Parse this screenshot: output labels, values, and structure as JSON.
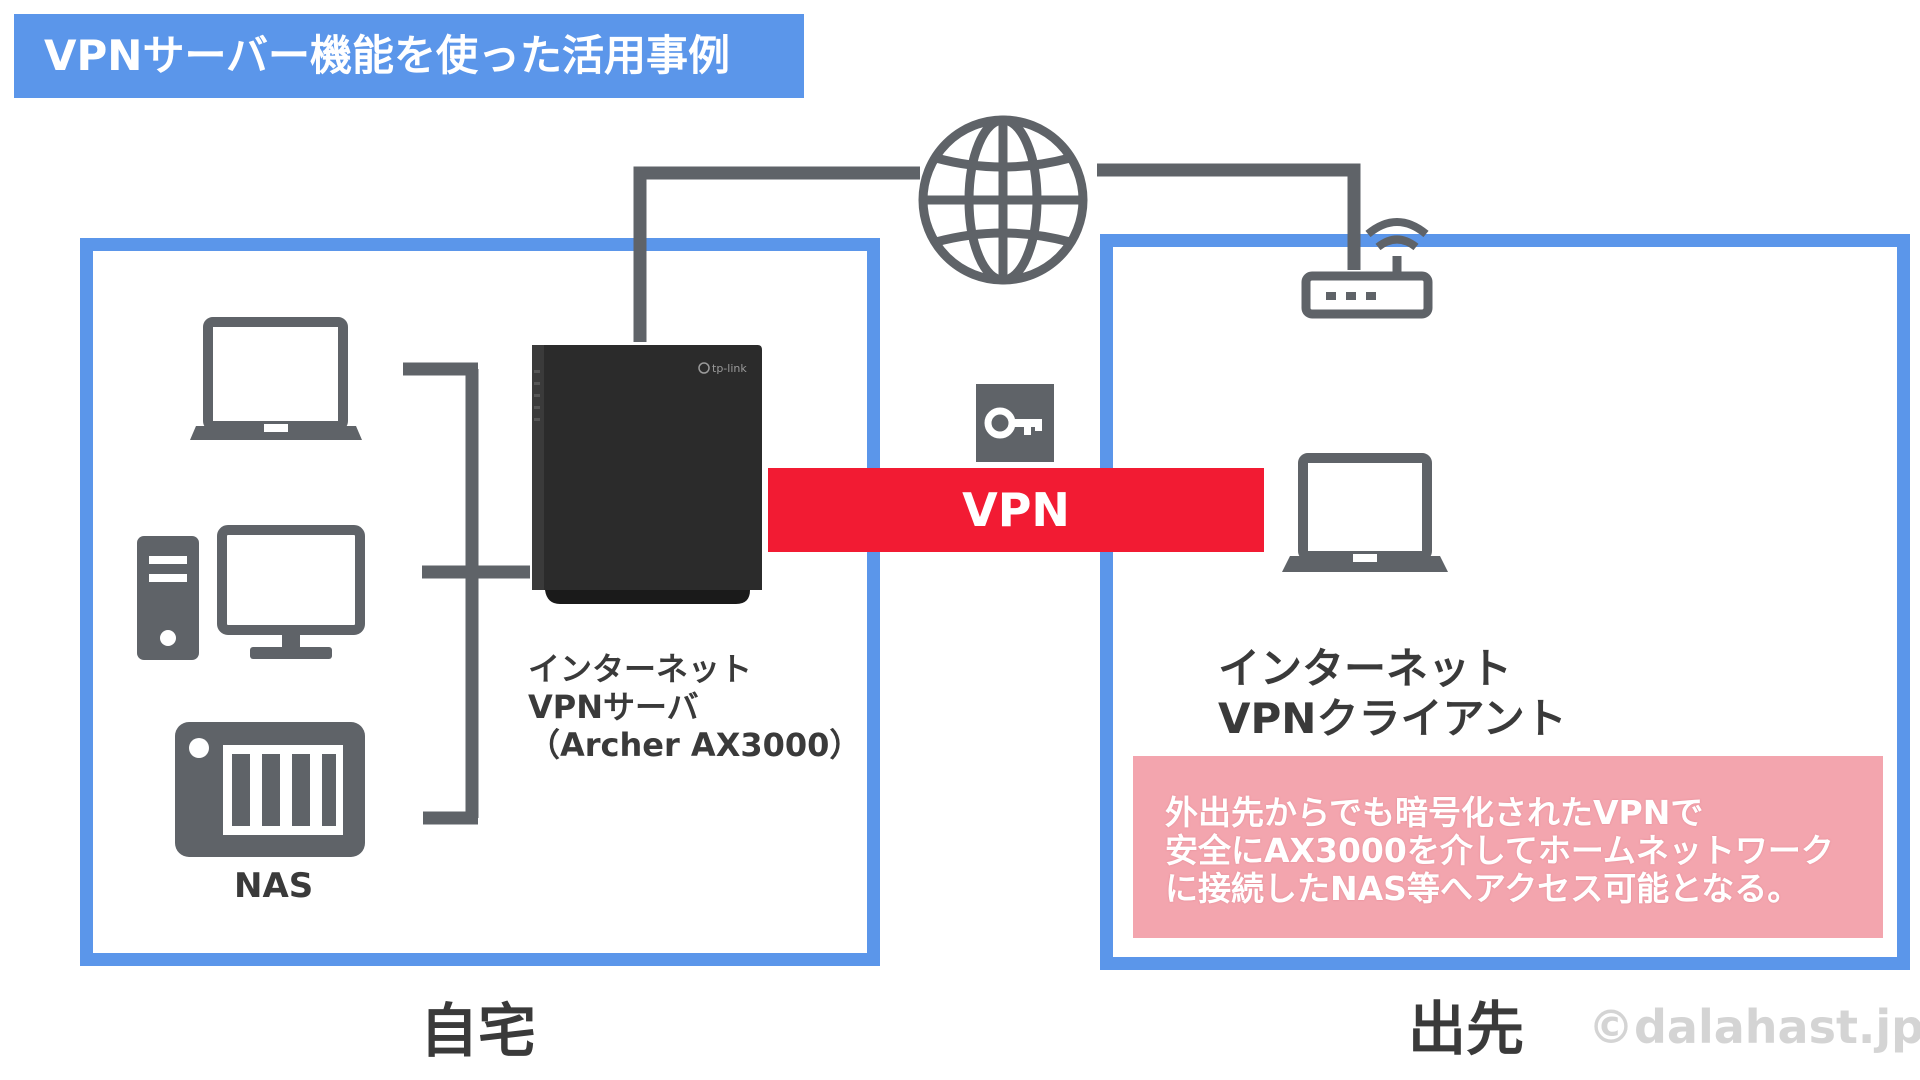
{
  "title": "VPNサーバー機能を使った活用事例",
  "vpn_label": "VPN",
  "server": {
    "line1": "インターネット",
    "line2": "VPNサーバ",
    "line3": "（Archer AX3000）"
  },
  "client": {
    "line1": "インターネット",
    "line2": "VPNクライアント"
  },
  "note": {
    "line1": "外出先からでも暗号化されたVPNで",
    "line2": "安全にAX3000を介してホームネットワーク",
    "line3": "に接続したNAS等へアクセス可能となる。"
  },
  "nas_label": "NAS",
  "home_label": "自宅",
  "remote_label": "出先",
  "copyright": "©dalahast.jp",
  "router_logo": "tp-link",
  "colors": {
    "frame": "#5b96ea",
    "vpn": "#f21b33",
    "note": "#f3a5ae",
    "icon": "#5f6368"
  },
  "icons": [
    "globe-icon",
    "laptop-icon",
    "desktop-pc-icon",
    "nas-icon",
    "router-icon",
    "wifi-router-icon",
    "key-icon"
  ]
}
